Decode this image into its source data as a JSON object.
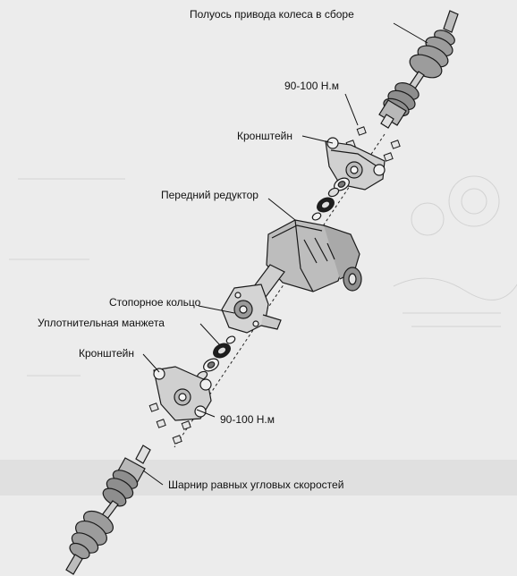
{
  "labels": {
    "axle_shaft_assembly": "Полуось привода колеса в сборе",
    "torque_top": "90-100 Н.м",
    "bracket_top": "Кронштейн",
    "front_differential": "Передний редуктор",
    "retaining_ring": "Стопорное кольцо",
    "oil_seal": "Уплотнительная манжета",
    "bracket_bottom": "Кронштейн",
    "torque_bottom": "90-100 Н.м",
    "cv_joint": "Шарнир равных угловых скоростей"
  },
  "colors": {
    "background": "#ececec",
    "ink": "#1a1a1a",
    "metal_light": "#d4d4d4",
    "metal_mid": "#a8a8a8",
    "metal_dark": "#555555"
  }
}
